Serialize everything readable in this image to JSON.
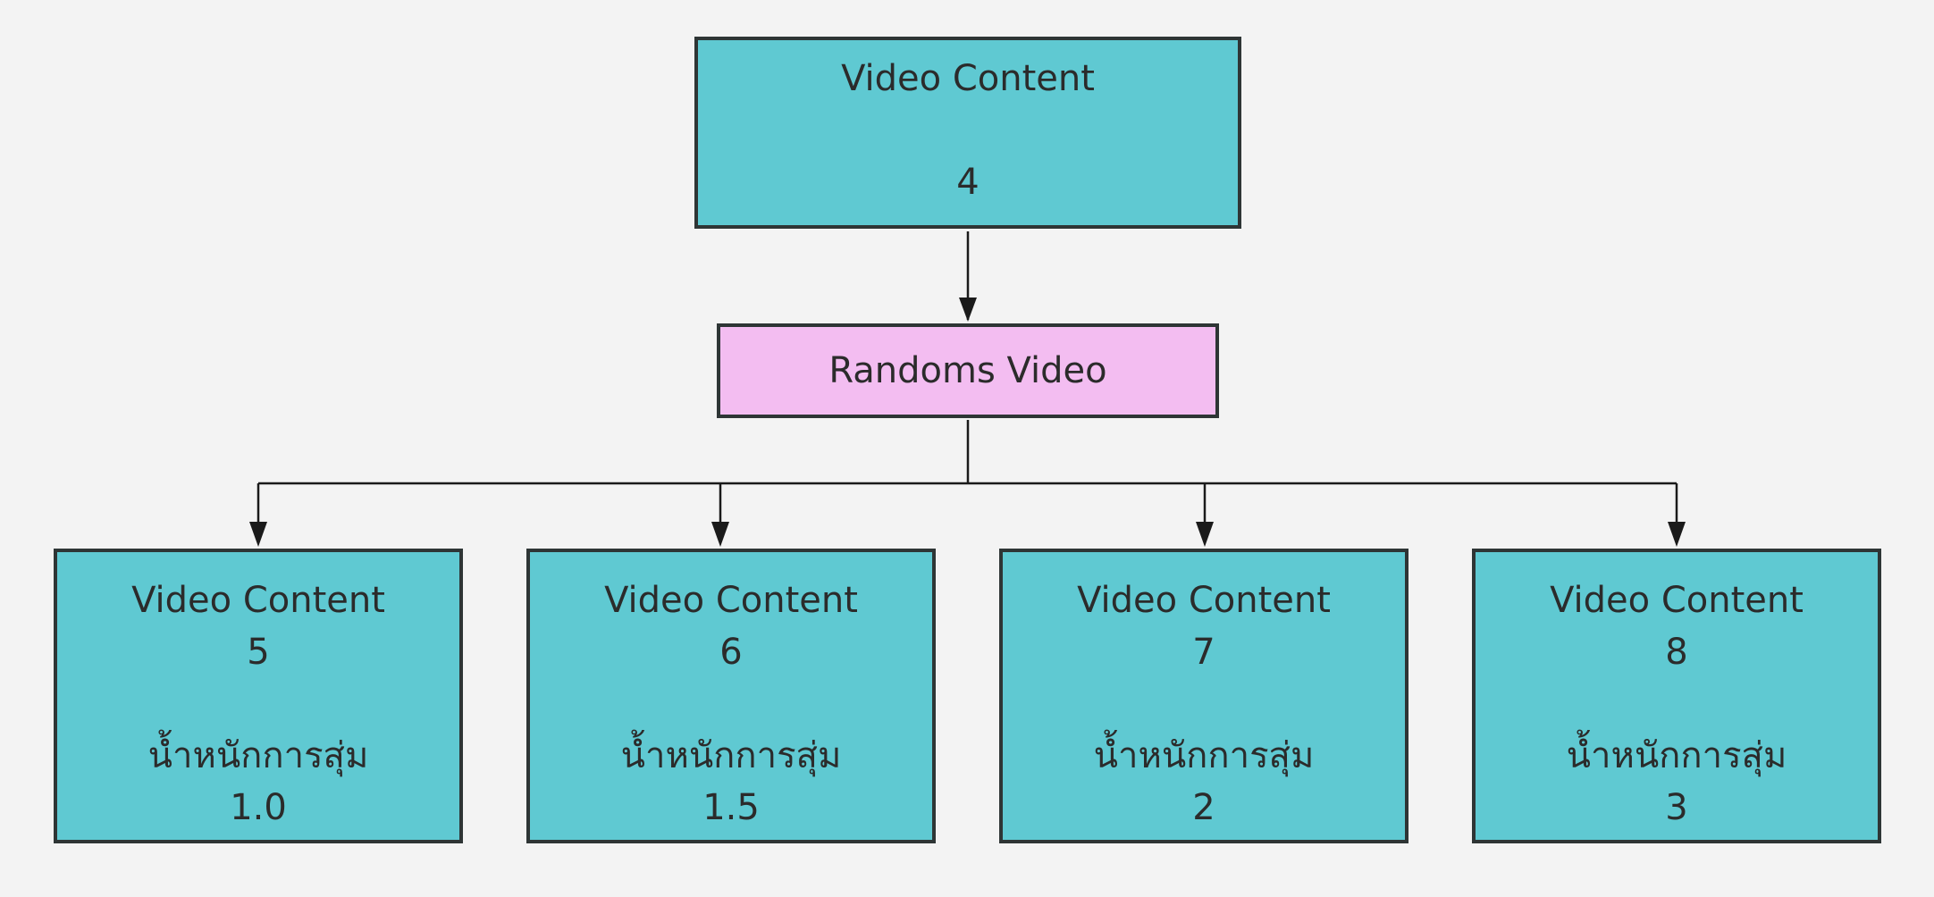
{
  "colors": {
    "background": "#f3f3f3",
    "content_box": "#5fc9d2",
    "random_box": "#f3bdf1",
    "border": "#2e3535",
    "connector": "#1a1a1a"
  },
  "top_node": {
    "title": "Video Content",
    "number": "4"
  },
  "random_node": {
    "label": "Randoms Video"
  },
  "children": [
    {
      "title": "Video Content",
      "number": "5",
      "weight_label": "น้ำหนักการสุ่ม",
      "weight": "1.0"
    },
    {
      "title": "Video Content",
      "number": "6",
      "weight_label": "น้ำหนักการสุ่ม",
      "weight": "1.5"
    },
    {
      "title": "Video Content",
      "number": "7",
      "weight_label": "น้ำหนักการสุ่ม",
      "weight": "2"
    },
    {
      "title": "Video Content",
      "number": "8",
      "weight_label": "น้ำหนักการสุ่ม",
      "weight": "3"
    }
  ]
}
